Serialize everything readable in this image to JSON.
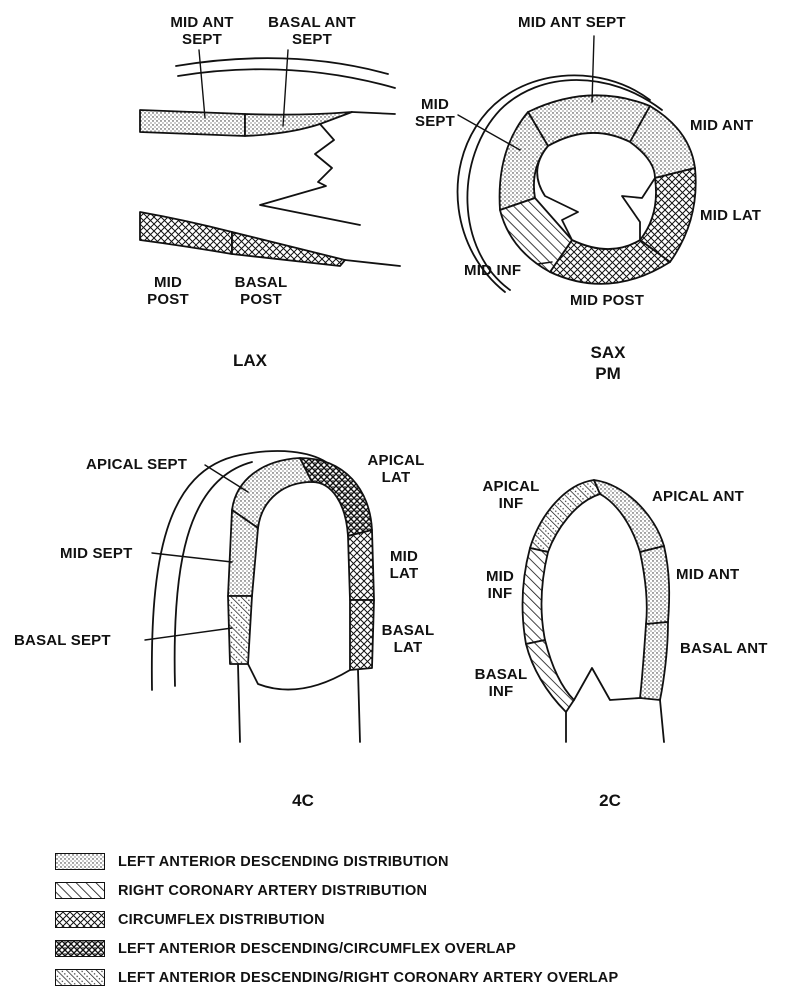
{
  "views": {
    "lax": {
      "title": "LAX",
      "labels": {
        "mid_ant_sept": [
          "MID ANT",
          "SEPT"
        ],
        "basal_ant_sept": [
          "BASAL ANT",
          "SEPT"
        ],
        "mid_post": [
          "MID",
          "POST"
        ],
        "basal_post": [
          "BASAL",
          "POST"
        ]
      }
    },
    "sax": {
      "title": [
        "SAX",
        "PM"
      ],
      "labels": {
        "mid_ant_sept": "MID ANT SEPT",
        "mid_sept": [
          "MID",
          "SEPT"
        ],
        "mid_ant": "MID ANT",
        "mid_lat": "MID LAT",
        "mid_inf": "MID INF",
        "mid_post": "MID POST"
      }
    },
    "four_chamber": {
      "title": "4C",
      "labels": {
        "apical_sept": "APICAL SEPT",
        "apical_lat": [
          "APICAL",
          "LAT"
        ],
        "mid_sept": "MID SEPT",
        "mid_lat": [
          "MID",
          "LAT"
        ],
        "basal_sept": "BASAL SEPT",
        "basal_lat": [
          "BASAL",
          "LAT"
        ]
      }
    },
    "two_chamber": {
      "title": "2C",
      "labels": {
        "apical_inf": [
          "APICAL",
          "INF"
        ],
        "apical_ant": "APICAL ANT",
        "mid_inf": [
          "MID",
          "INF"
        ],
        "mid_ant": "MID ANT",
        "basal_inf": [
          "BASAL",
          "INF"
        ],
        "basal_ant": "BASAL ANT"
      }
    }
  },
  "legend": [
    {
      "pattern": "lad",
      "text": "LEFT ANTERIOR DESCENDING DISTRIBUTION"
    },
    {
      "pattern": "rca",
      "text": "RIGHT CORONARY ARTERY DISTRIBUTION"
    },
    {
      "pattern": "cx",
      "text": "CIRCUMFLEX DISTRIBUTION"
    },
    {
      "pattern": "lad-cx",
      "text": "LEFT ANTERIOR DESCENDING/CIRCUMFLEX OVERLAP"
    },
    {
      "pattern": "lad-rca",
      "text": "LEFT ANTERIOR DESCENDING/RIGHT CORONARY ARTERY OVERLAP"
    }
  ]
}
